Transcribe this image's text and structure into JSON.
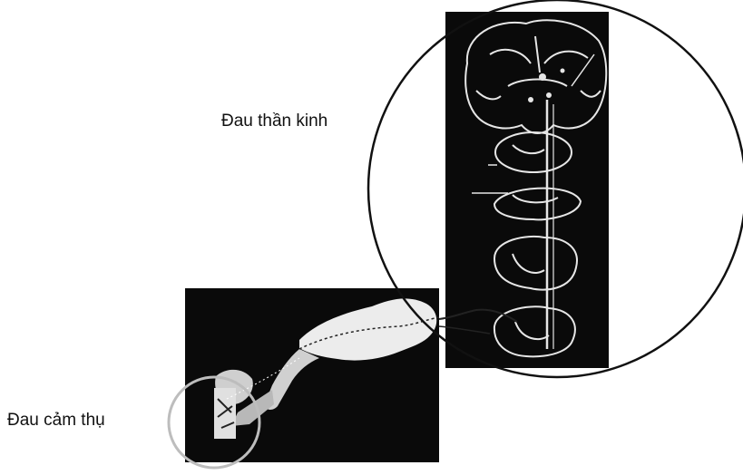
{
  "labels": {
    "neuropathic": "Đau thần kinh",
    "nociceptive": "Đau cảm thụ"
  },
  "colors": {
    "ink": "#111111",
    "panel": "#0a0a0a",
    "tissue": "#e6e6e6",
    "faint_circle": "#bdbdbd"
  },
  "icons": {
    "spinal_panel": "brain-spinal-cord-cross-sections-illustration",
    "limb_panel": "leg-peripheral-nerve-illustration"
  }
}
